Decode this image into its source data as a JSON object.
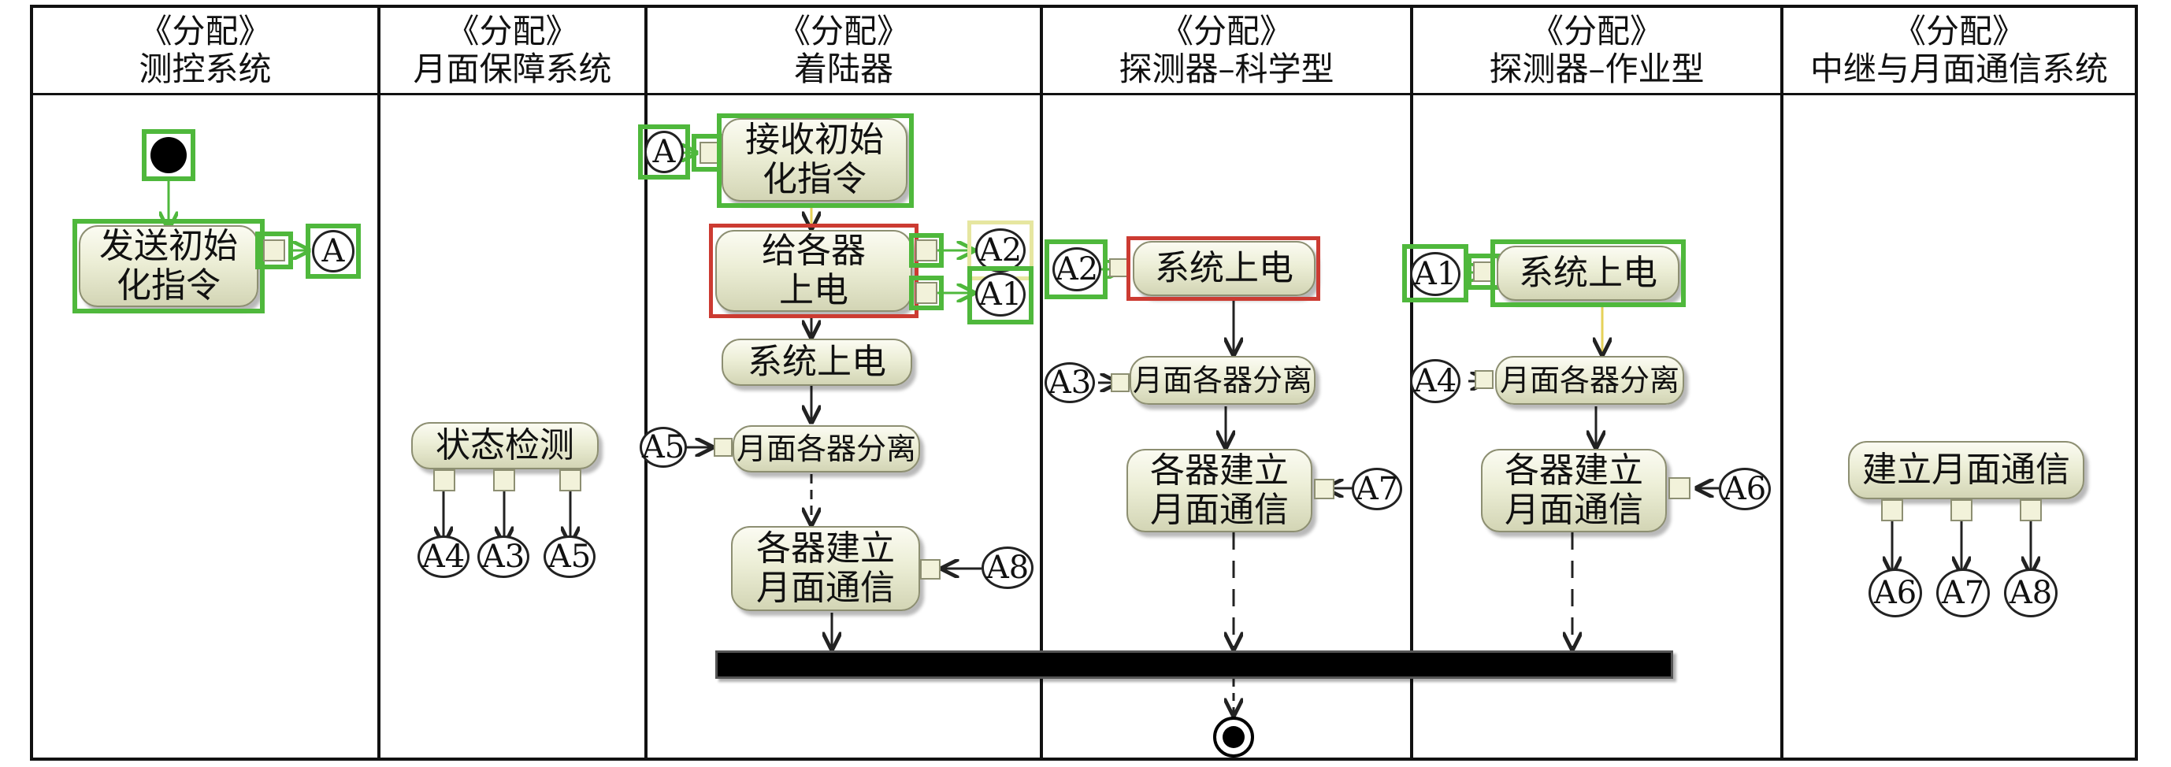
{
  "lanes": [
    {
      "stereotype": "《分配》",
      "name": "测控系统"
    },
    {
      "stereotype": "《分配》",
      "name": "月面保障系统"
    },
    {
      "stereotype": "《分配》",
      "name": "着陆器"
    },
    {
      "stereotype": "《分配》",
      "name": "探测器–科学型"
    },
    {
      "stereotype": "《分配》",
      "name": "探测器–作业型"
    },
    {
      "stereotype": "《分配》",
      "name": "中继与月面通信系统"
    }
  ],
  "actions": {
    "send_init": "发送初始\n化指令",
    "status_check": "状态检测",
    "recv_init": "接收初始\n化指令",
    "power_instruments": "给各器\n上电",
    "lander_power": "系统上电",
    "lander_separate": "月面各器分离",
    "lander_comm": "各器建立\n月面通信",
    "sci_power": "系统上电",
    "sci_separate": "月面各器分离",
    "sci_comm": "各器建立\n月面通信",
    "work_power": "系统上电",
    "work_separate": "月面各器分离",
    "work_comm": "各器建立\n月面通信",
    "relay_comm": "建立月面通信"
  },
  "connectors": {
    "c_a_out": "A",
    "c_a_in": "A",
    "c_a2_out": "A2",
    "c_a1_out": "A1",
    "c_a5_in": "A5",
    "c_a8_in": "A8",
    "c_a4_out": "A4",
    "c_a3_out": "A3",
    "c_a5_out": "A5",
    "c_a2_in": "A2",
    "c_a3_in": "A3",
    "c_a7_in": "A7",
    "c_a1_in": "A1",
    "c_a4_in": "A4",
    "c_a6_in": "A6",
    "c_a6_out": "A6",
    "c_a7_out": "A7",
    "c_a8_out": "A8"
  },
  "colors": {
    "highlight_green": "#4fb83c",
    "highlight_red": "#cc3b32",
    "highlight_yellow": "#e6e6a0",
    "action_fill": "#eceed6"
  }
}
